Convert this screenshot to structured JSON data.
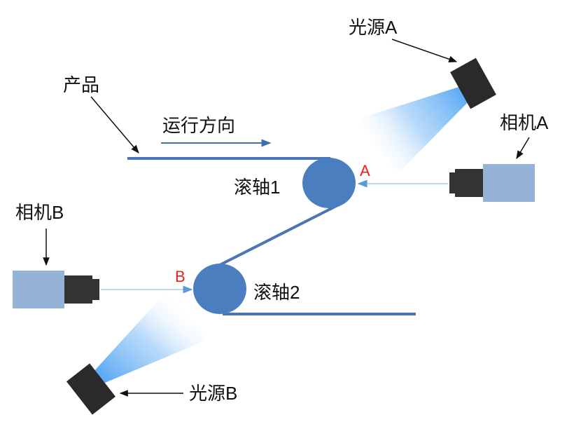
{
  "labels": {
    "product": "产品",
    "direction": "运行方向",
    "roller1": "滚轴1",
    "roller2": "滚轴2",
    "light_a": "光源A",
    "light_b": "光源B",
    "camera_a": "相机A",
    "camera_b": "相机B",
    "point_a": "A",
    "point_b": "B"
  },
  "colors": {
    "product_line": "#4a76b5",
    "roller": "#4a7ebf",
    "camera_body": "#95b3d7",
    "camera_lens": "#333333",
    "light_box": "#2a2a2a",
    "beam": "#6ab0f0",
    "arrow": "#111111",
    "point_label": "#e8201c"
  },
  "icons": {
    "camera": "camera-icon",
    "light": "light-source-icon",
    "roller": "roller-icon"
  }
}
